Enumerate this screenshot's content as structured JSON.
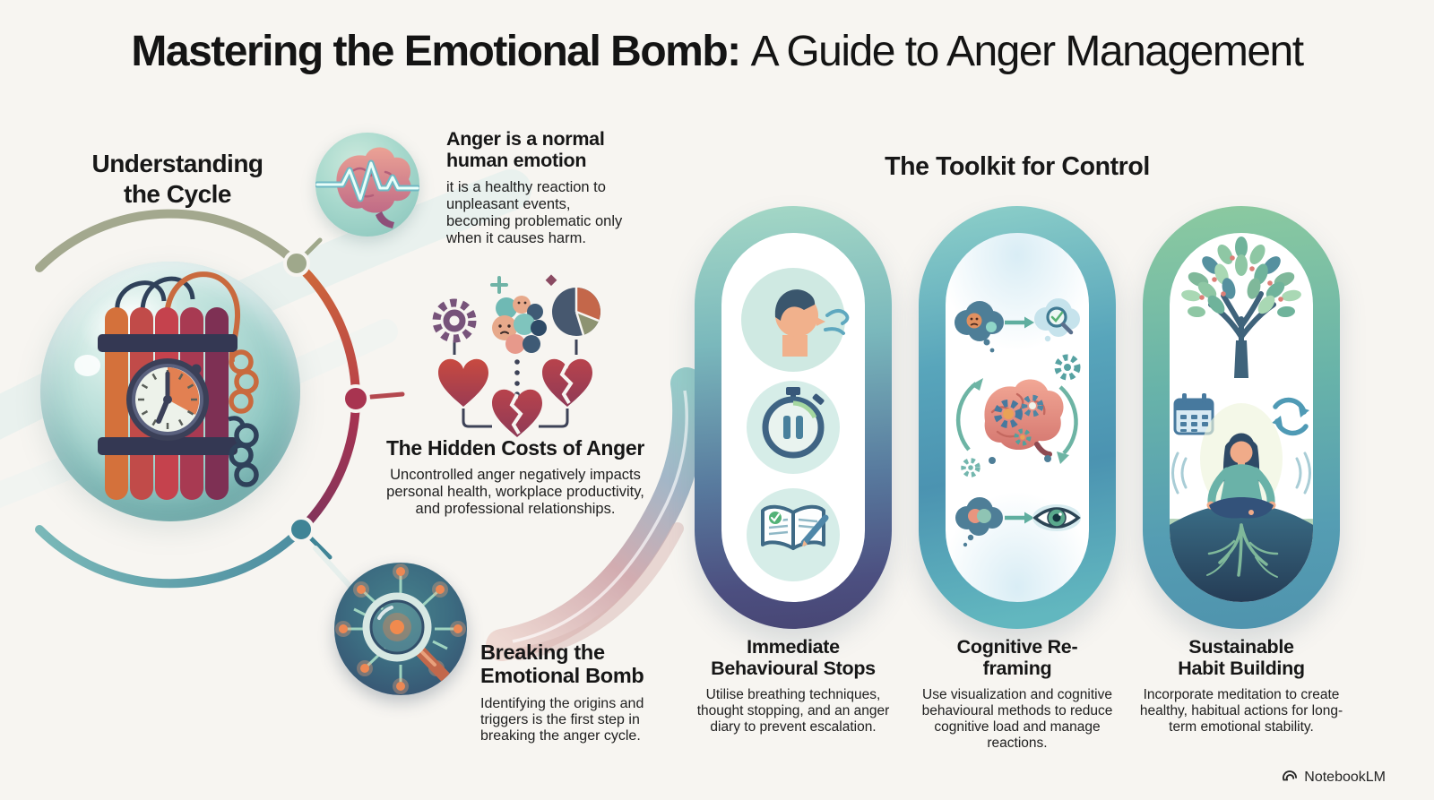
{
  "title": {
    "strong": "Mastering the Emotional Bomb:",
    "light": "A Guide to Anger Management"
  },
  "cycle": {
    "heading": "Understanding the Cycle",
    "blocks": [
      {
        "title": "Anger is a normal human emotion",
        "body": "it is a healthy reaction to unpleasant events, becoming problematic only when it causes harm."
      },
      {
        "title": "The Hidden Costs of Anger",
        "body": "Uncontrolled anger negatively impacts personal health, workplace productivity, and professional relationships."
      },
      {
        "title": "Breaking the Emotional Bomb",
        "body": "Identifying the origins and triggers is the first step in breaking the anger cycle."
      }
    ]
  },
  "toolkit": {
    "heading": "The Toolkit for Control",
    "items": [
      {
        "title": "Immediate Behavioural Stops",
        "body": "Utilise breathing techniques, thought stopping, and an anger diary to prevent escalation."
      },
      {
        "title": "Cognitive Re-framing",
        "body": "Use visualization and cognitive behavioural methods to reduce cognitive load and manage reactions."
      },
      {
        "title": "Sustainable Habit Building",
        "body": "Incorporate meditation to create healthy, habitual actions for long-term emotional stability."
      }
    ]
  },
  "watermark": {
    "label": "NotebookLM"
  },
  "icons": [
    "brain-pulse-icon",
    "time-bomb-icon",
    "trigger-scan-icon",
    "gear-icon",
    "pie-chart-icon",
    "heart-icon",
    "broken-heart-icon",
    "breathing-profile-icon",
    "stopwatch-pause-icon",
    "anger-diary-icon",
    "negative-thought-icon",
    "reframed-thought-icon",
    "brain-gears-icon",
    "cycle-arrows-icon",
    "observing-eye-icon",
    "growth-tree-icon",
    "calendar-icon",
    "repeat-icon",
    "meditating-person-icon",
    "roots-icon",
    "notebooklm-logo-icon"
  ],
  "colors": {
    "background": "#f7f5f1",
    "title_text": "#141414",
    "accent_sage": "#9fa88b",
    "accent_orange": "#cf6a3a",
    "accent_crimson": "#a83450",
    "accent_teal": "#4c8da0",
    "capsule1_top": "#a5d8c6",
    "capsule1_bottom": "#474573",
    "capsule2_mid": "#4b93b1",
    "capsule3_top": "#8ccaa0",
    "capsule3_bottom": "#4f93ad",
    "bomb_red": "#c14b49",
    "bubble_teal": "#95cbc6"
  }
}
